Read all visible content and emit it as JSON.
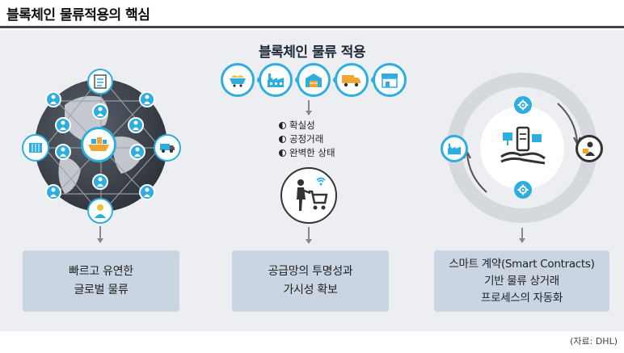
{
  "header": {
    "title": "블록체인 물류적용의 핵심"
  },
  "diagram": {
    "main_title": "블록체인 물류 적용",
    "chain_icons": [
      "mine-cart-icon",
      "factory-icon",
      "warehouse-icon",
      "delivery-truck-icon",
      "store-icon"
    ],
    "bullets": [
      "확실성",
      "공정거래",
      "완벽한 상태"
    ],
    "left_outcome": {
      "line1": "빠르고 유연한",
      "line2": "글로벌 물류"
    },
    "center_outcome": {
      "line1": "공급망의 투명성과",
      "line2": "가시성 확보"
    },
    "right_outcome": {
      "line1": "스마트 계약(Smart Contracts)",
      "line2": "기반 물류 상거래",
      "line3": "프로세스의 자동화"
    }
  },
  "footer": {
    "source": "(자료: DHL)"
  },
  "colors": {
    "accent": "#2eaee0",
    "box": "#c9d5e3",
    "panel": "#eceef1",
    "globe": "#3a3f47"
  }
}
